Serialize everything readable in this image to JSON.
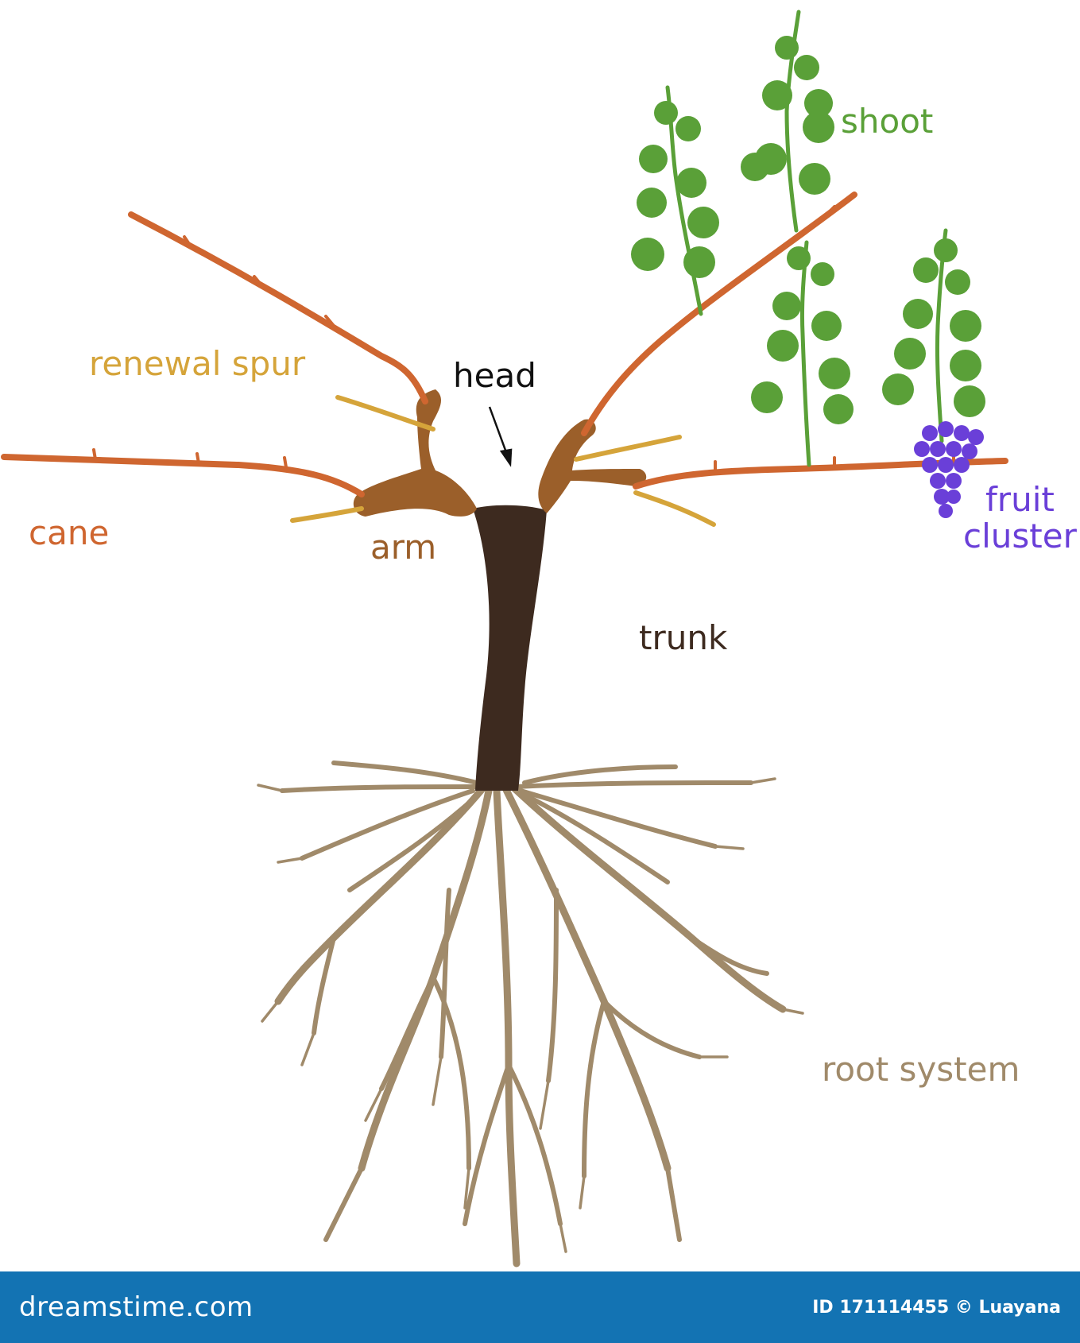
{
  "labels": {
    "shoot": "shoot",
    "renewal_spur": "renewal spur",
    "head": "head",
    "cane": "cane",
    "arm": "arm",
    "fruit_line1": "fruit",
    "fruit_line2": "cluster",
    "trunk": "trunk",
    "root_system": "root system"
  },
  "footer": {
    "brand": "dreamstime.com",
    "credit": "ID 171114455 © Luayana"
  },
  "colors": {
    "cane": "#cf6630",
    "spur": "#d5a43a",
    "arm": "#9b5f2a",
    "trunk": "#3d2a1f",
    "root": "#a08a6a",
    "shoot": "#5aa038",
    "fruit": "#6a3fd8",
    "head_label": "#111111",
    "footer_bg": "#1373b3"
  }
}
